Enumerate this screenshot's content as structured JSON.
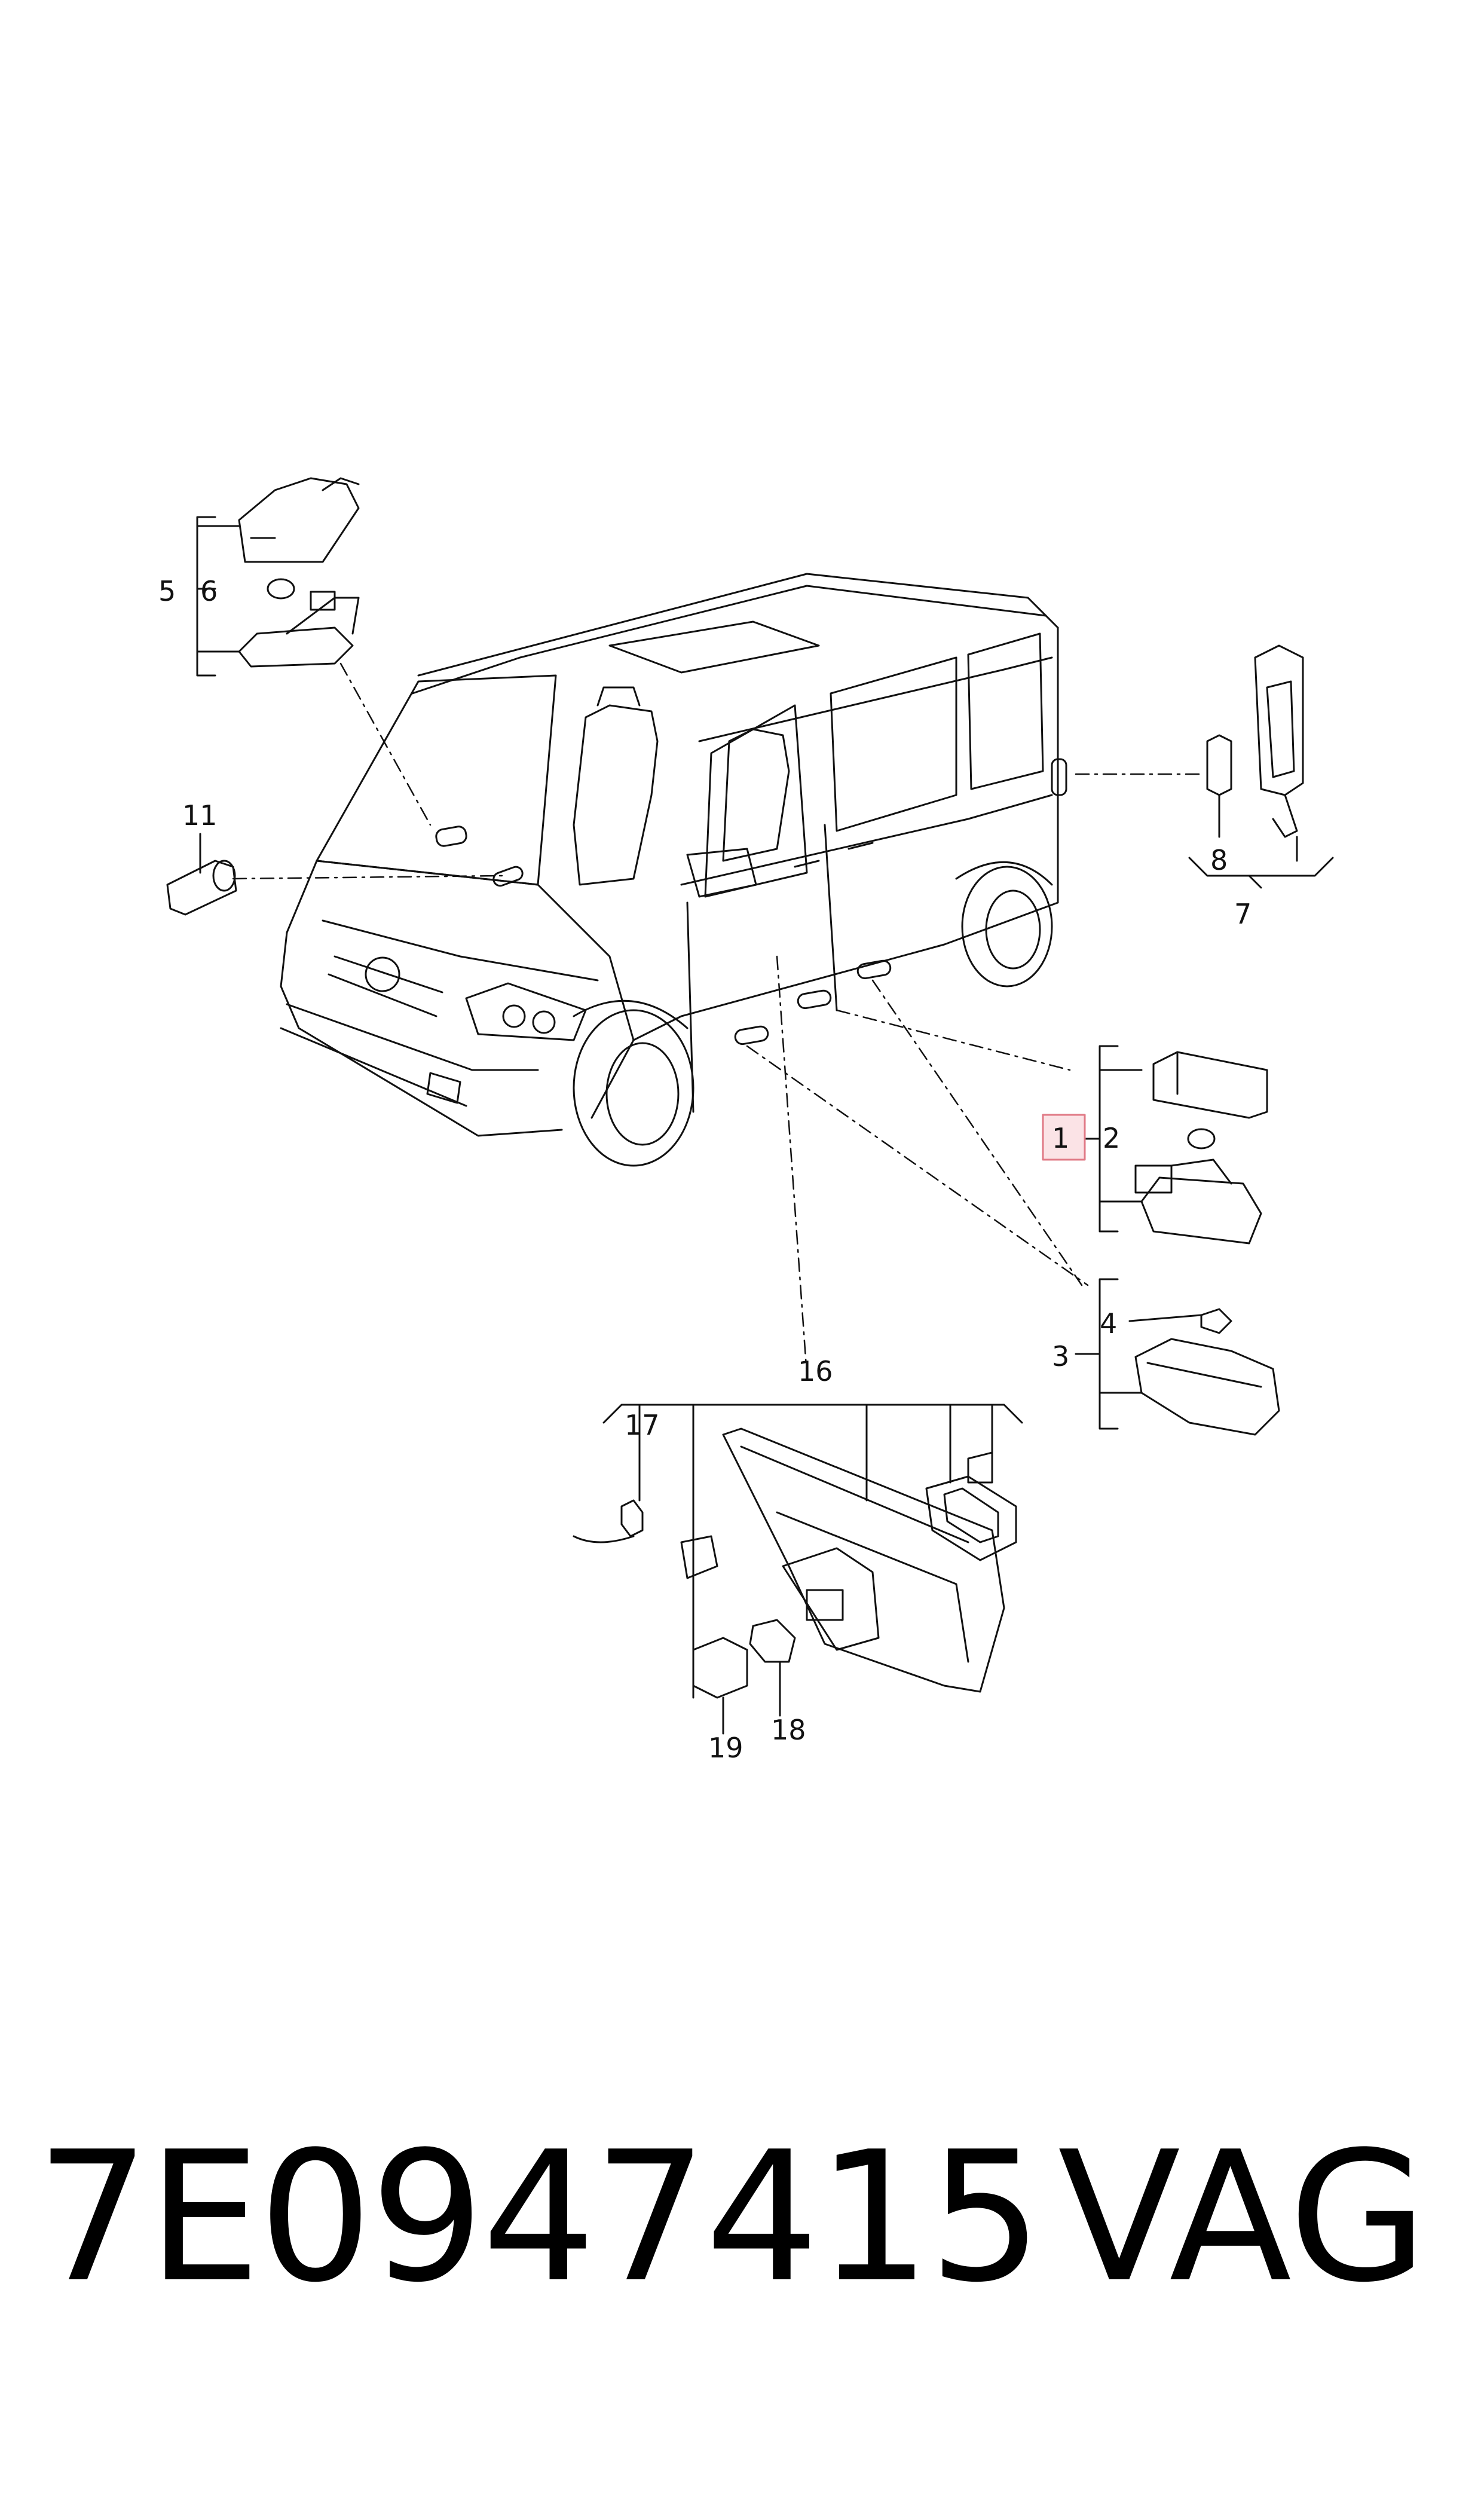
{
  "callouts": {
    "c1": "1",
    "c2": "2",
    "c3": "3",
    "c4": "4",
    "c5": "5",
    "c6": "6",
    "c7": "7",
    "c8": "8",
    "c11": "11",
    "c16": "16",
    "c17": "17",
    "c18": "18",
    "c19": "19"
  },
  "footer": {
    "part_number": "7E0947415",
    "brand": "VAG"
  },
  "colors": {
    "line": "#111111",
    "highlight_fill": "#fbe3e6",
    "highlight_stroke": "#e07a86",
    "background": "#ffffff"
  }
}
